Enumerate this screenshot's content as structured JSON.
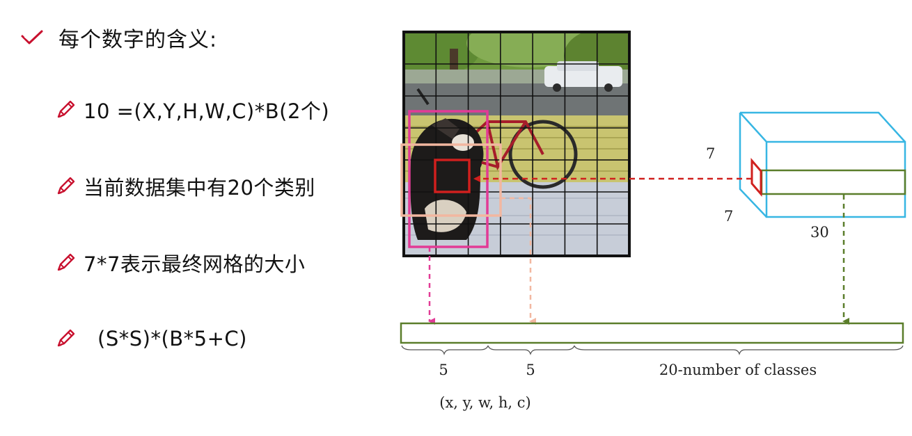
{
  "heading": {
    "text": "每个数字的含义:",
    "icon": "check-icon"
  },
  "bullets": [
    {
      "text": "10 =(X,Y,H,W,C)*B(2个)",
      "icon": "pencil-icon"
    },
    {
      "text": "当前数据集中有20个类别",
      "icon": "pencil-icon"
    },
    {
      "text": "7*7表示最终网格的大小",
      "icon": "pencil-icon"
    },
    {
      "text": "(S*S)*(B*5+C)",
      "icon": "pencil-icon"
    }
  ],
  "diagram": {
    "grid_size": 7,
    "tensor_labels": {
      "height": "7",
      "width": "7",
      "depth": "30"
    },
    "vector_segments": [
      {
        "label": "5"
      },
      {
        "label": "5"
      },
      {
        "label": "20-number of classes"
      }
    ],
    "box_params_label": "(x, y, w, h, c)",
    "colors": {
      "accent": "#c8102e",
      "cube": "#37b6e3",
      "green": "#5a7d2a",
      "magenta": "#e23b96",
      "peach": "#f2b7a0",
      "red": "#d0201e",
      "grid": "#111111"
    }
  }
}
